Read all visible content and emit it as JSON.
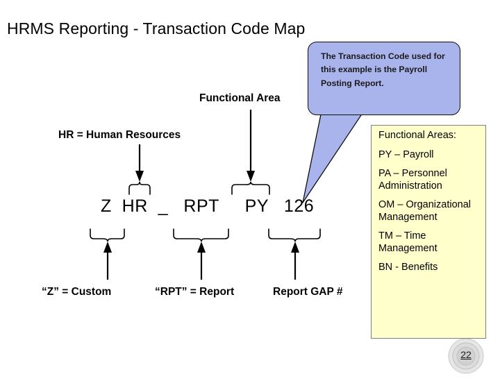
{
  "slide": {
    "title": "HRMS Reporting - Transaction Code Map",
    "page_number": "22",
    "seal_icon": "university-seal-icon"
  },
  "colors": {
    "callout_fill": "#aab4ec",
    "callout_border": "#0d0d0d",
    "legend_fill": "#ffffcc",
    "legend_border": "#808080",
    "text": "#000000",
    "background": "#ffffff"
  },
  "callout": {
    "text": "The Transaction Code used for this example is the Payroll Posting Report.",
    "points_to": "126"
  },
  "diagram": {
    "code_string": "Z  HR  _   RPT     PY   126",
    "top_labels": [
      {
        "id": "functional-area",
        "text": "Functional Area"
      },
      {
        "id": "hr-human-resources",
        "text": "HR = Human Resources"
      }
    ],
    "bottom_labels": [
      {
        "id": "z-custom",
        "text": "“Z” = Custom"
      },
      {
        "id": "rpt-report",
        "text": "“RPT” = Report"
      },
      {
        "id": "report-gap",
        "text": "Report GAP #"
      }
    ],
    "segments": [
      {
        "token": "HR",
        "annotation": "HR = Human Resources",
        "position": "above"
      },
      {
        "token": "PY",
        "annotation": "Functional Area",
        "position": "above"
      },
      {
        "token": "Z",
        "annotation": "“Z” = Custom",
        "position": "below"
      },
      {
        "token": "RPT",
        "annotation": "“RPT” = Report",
        "position": "below"
      },
      {
        "token": "126",
        "annotation": "Report GAP #",
        "position": "below"
      }
    ]
  },
  "legend": {
    "title": "Functional Areas:",
    "items": [
      "PY – Payroll",
      "PA – Personnel Administration",
      "OM – Organizational Management",
      "TM – Time Management",
      "BN - Benefits"
    ]
  }
}
